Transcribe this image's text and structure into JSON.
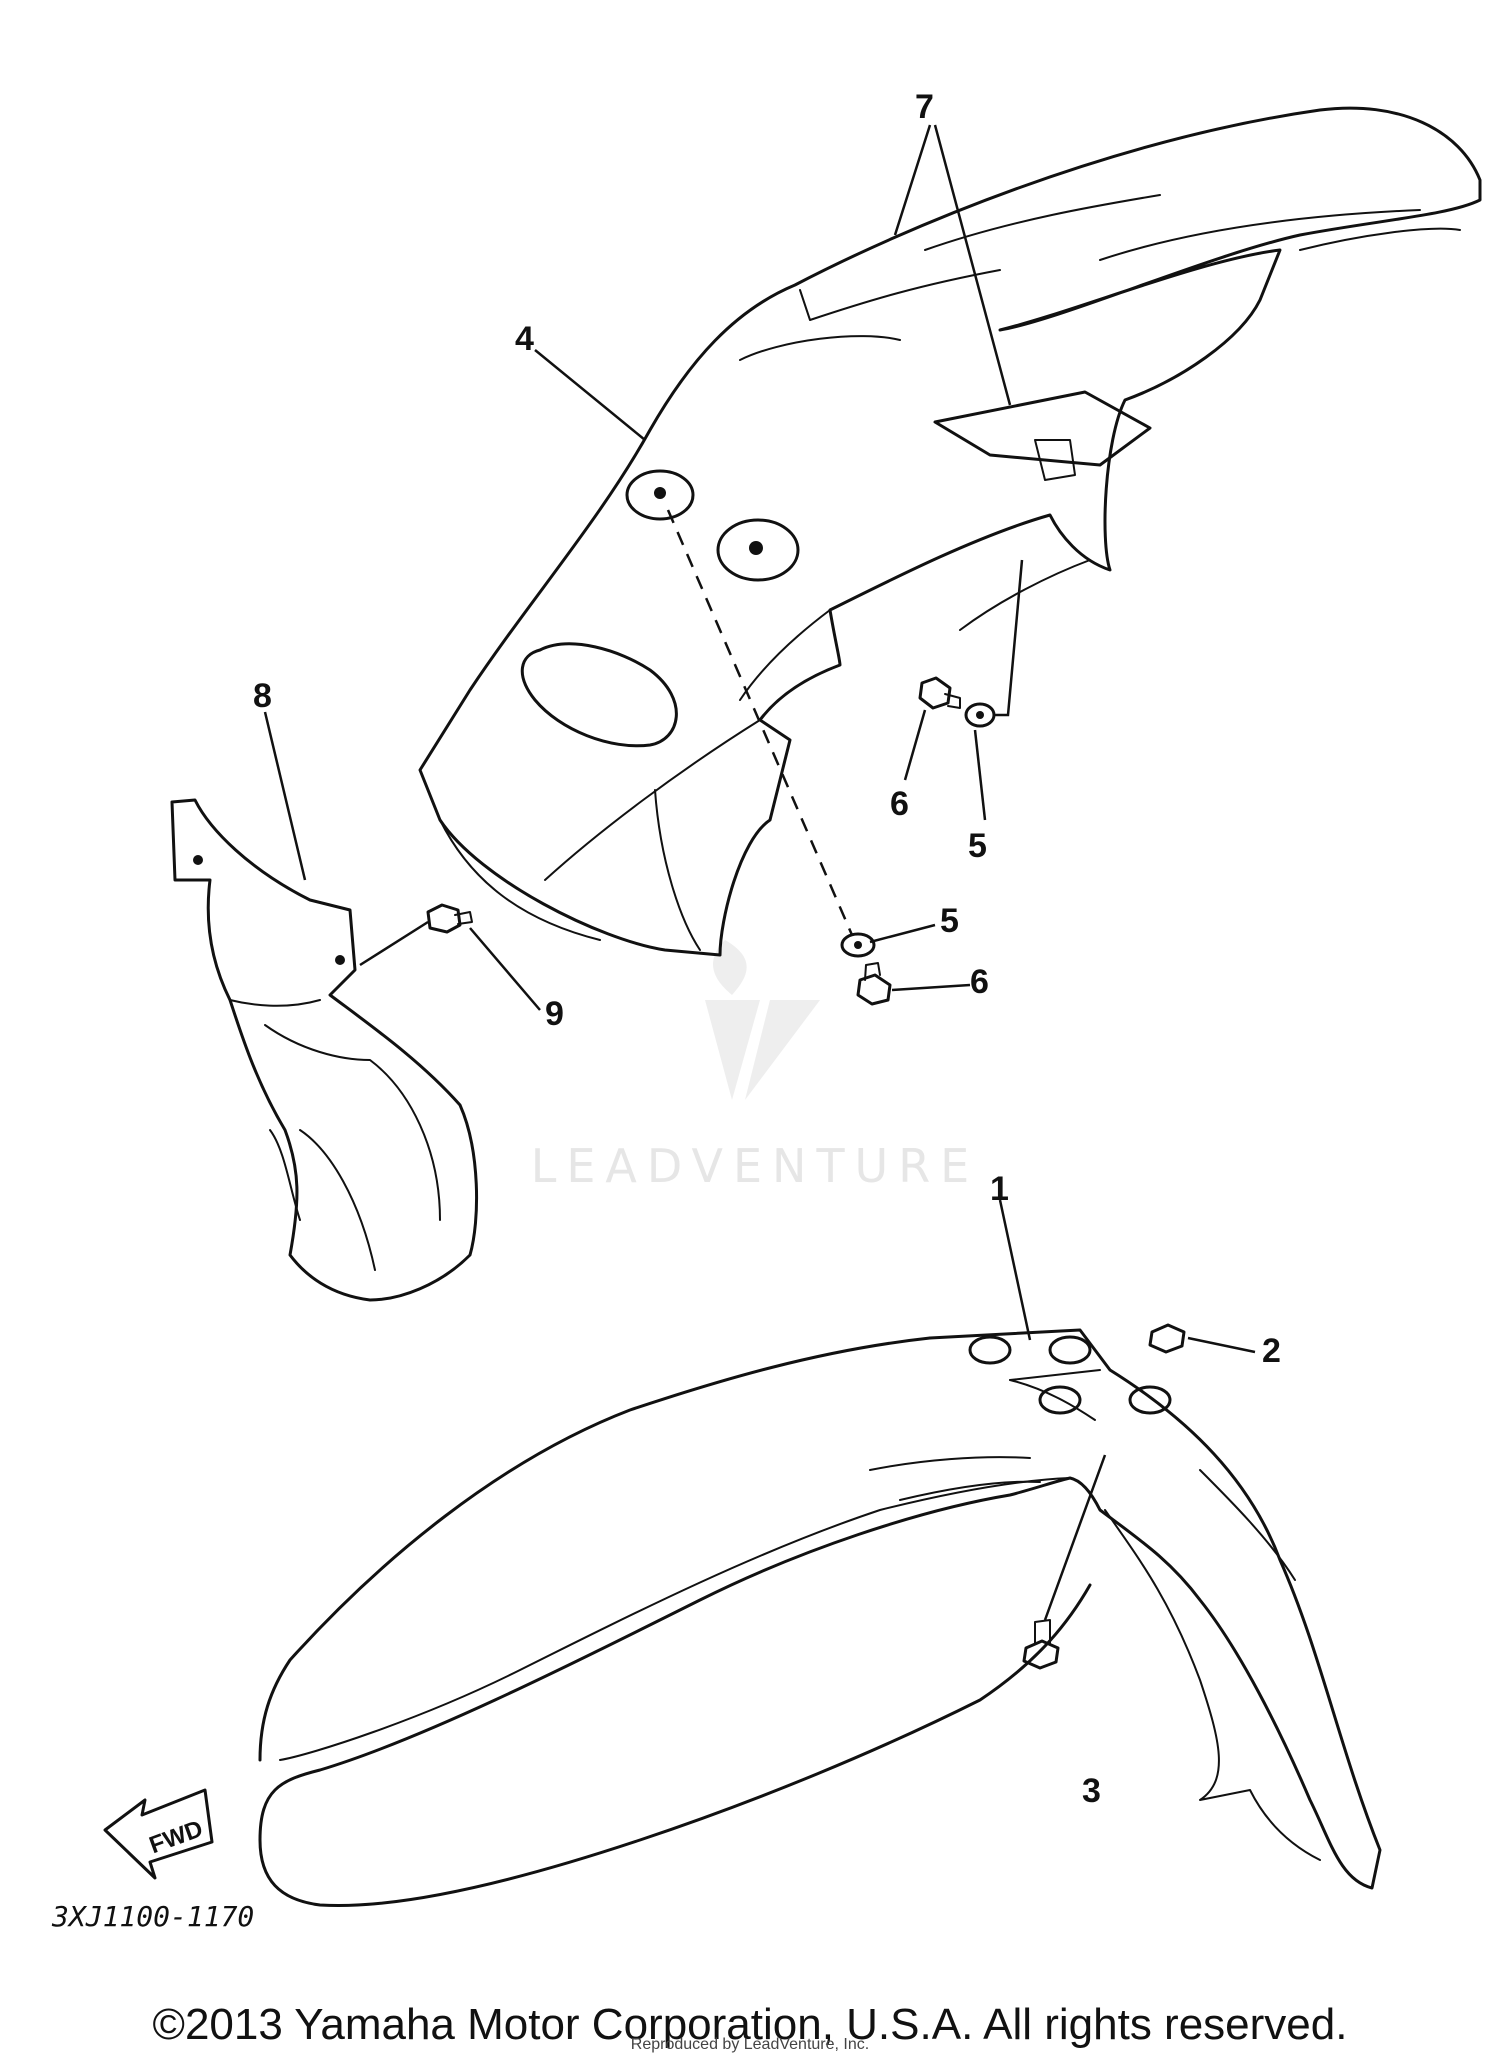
{
  "callouts": {
    "c1": "1",
    "c2": "2",
    "c3": "3",
    "c4": "4",
    "c5a": "5",
    "c5b": "5",
    "c6a": "6",
    "c6b": "6",
    "c7": "7",
    "c8": "8",
    "c9": "9"
  },
  "watermark": "LEADVENTURE",
  "fwd_label": "FWD",
  "diagram_code": "3XJ1100-1170",
  "copyright": "©2013 Yamaha Motor Corporation, U.S.A. All rights reserved.",
  "subnote": "Reproduced by LeadVenture, Inc."
}
